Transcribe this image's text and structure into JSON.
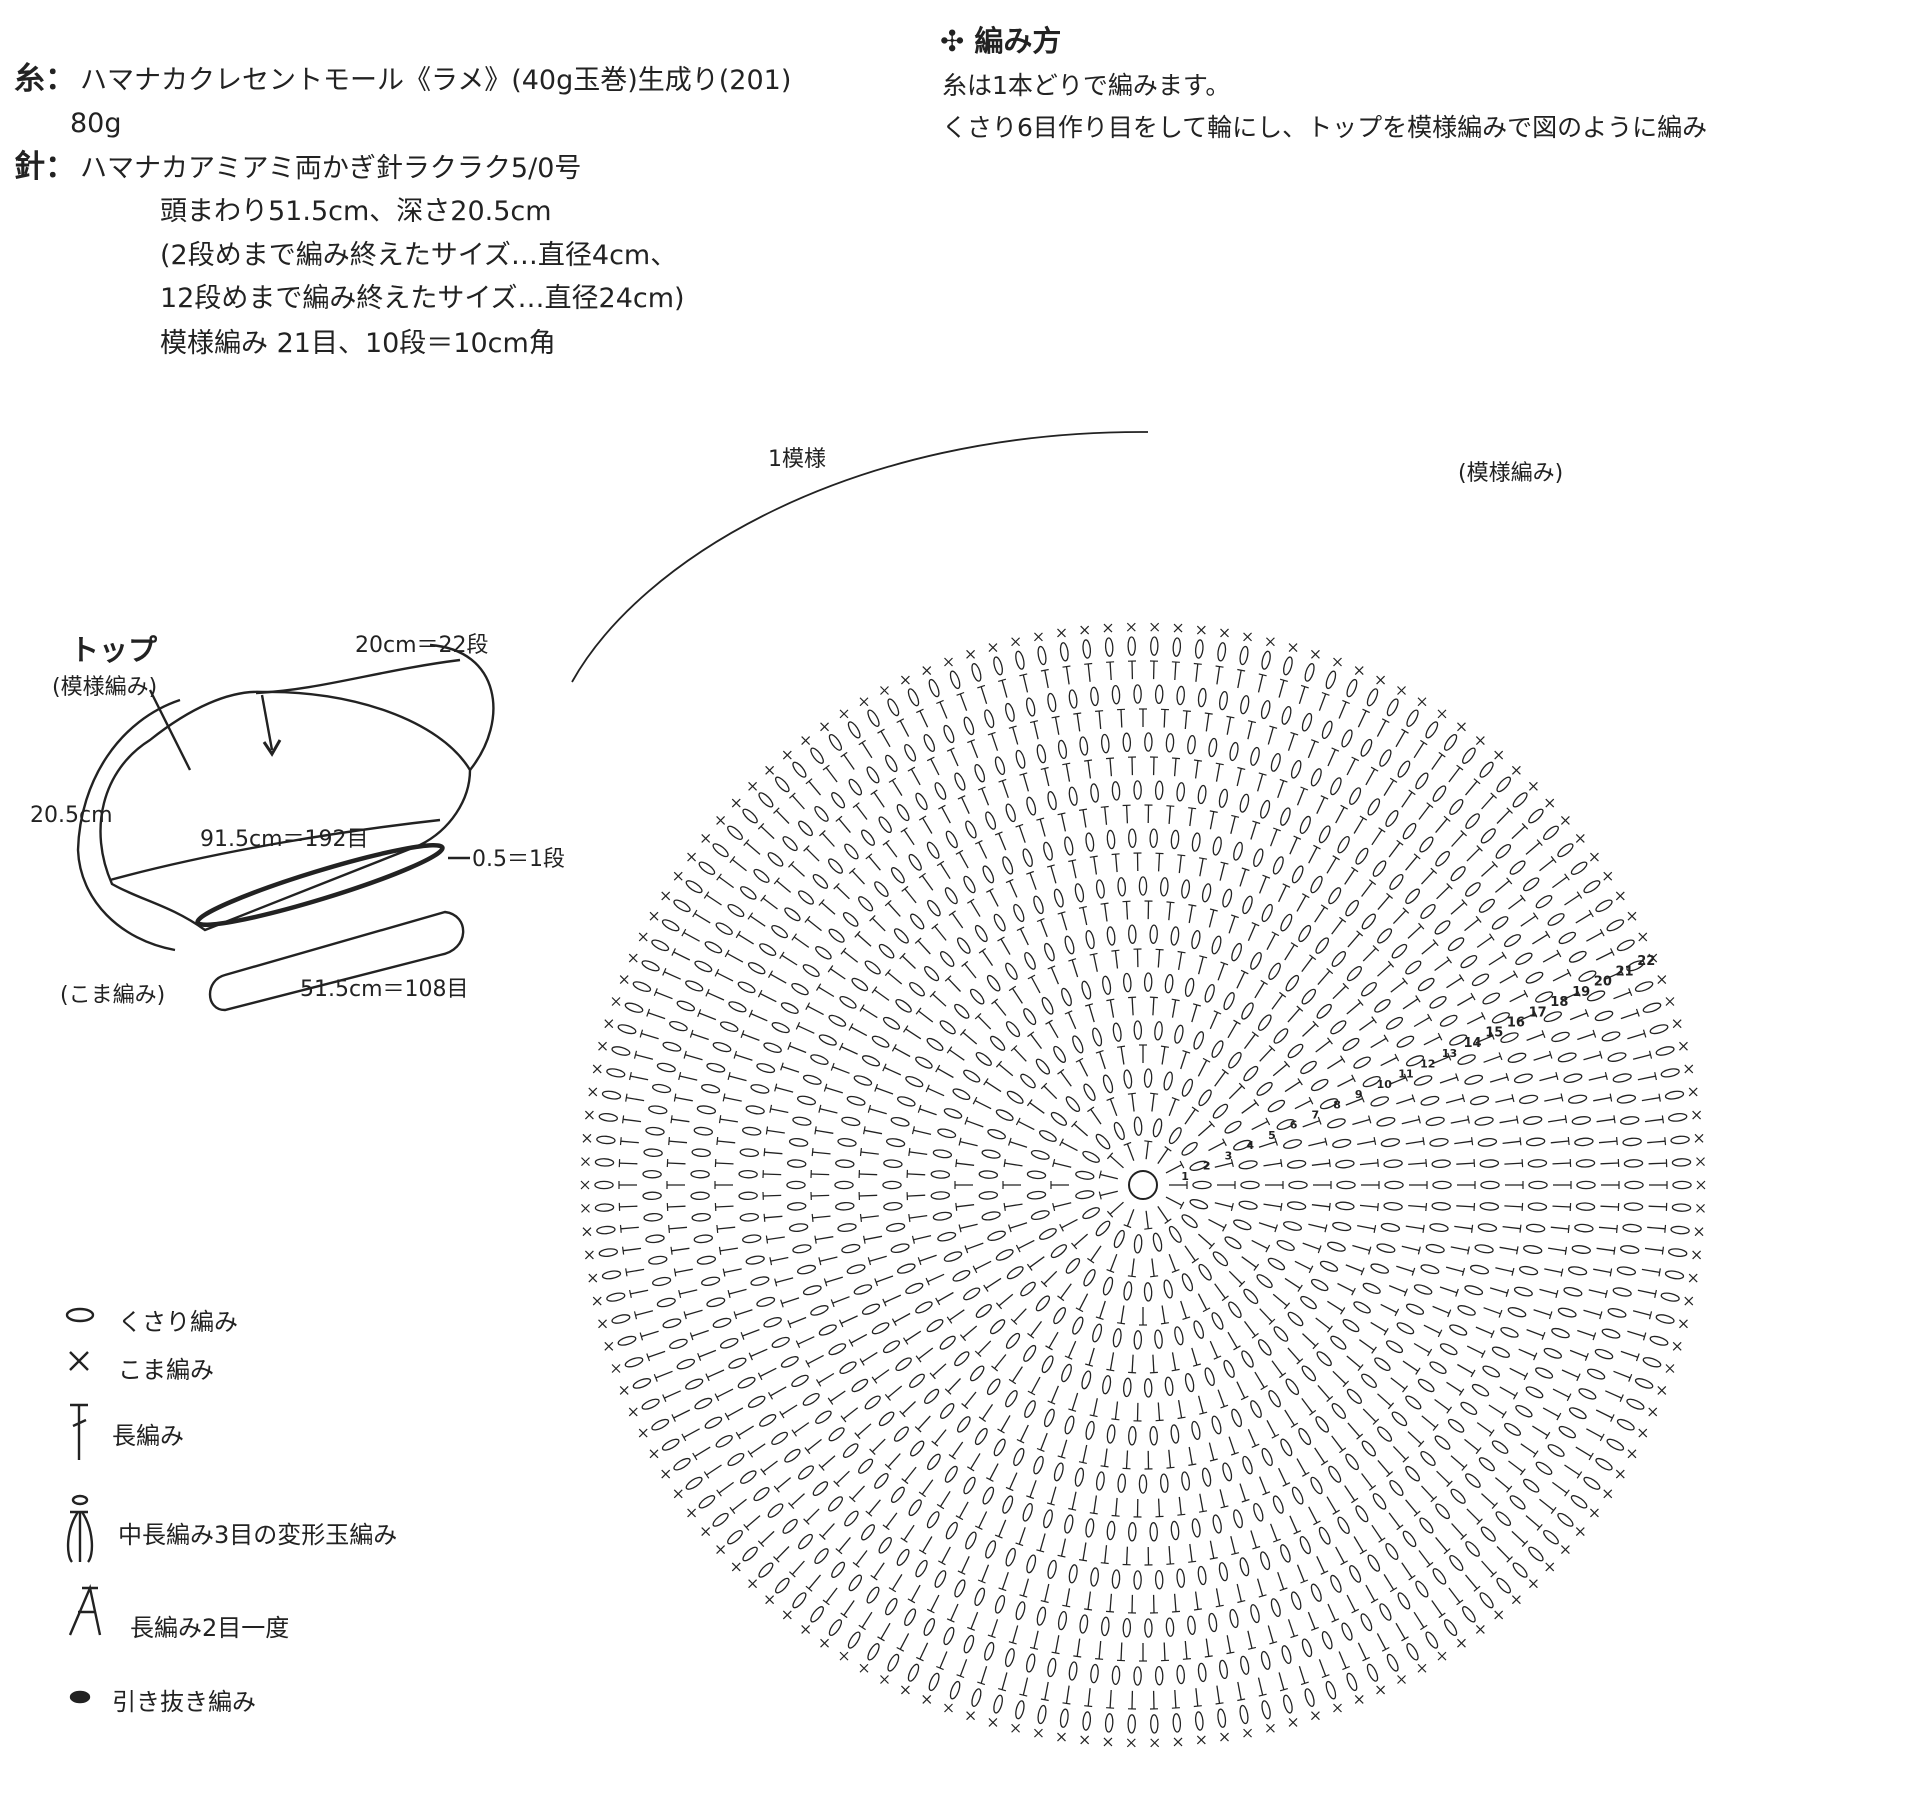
{
  "materials": {
    "yarn_label": "糸：",
    "yarn_text": "ハマナカクレセントモール《ラメ》(40g玉巻)生成り(201)",
    "yarn_amount": "80g",
    "needle_label": "針：",
    "needle_text": "ハマナカアミアミ両かぎ針ラクラク5/0号",
    "size_1": "頭まわり51.5cm、深さ20.5cm",
    "size_2": "(2段めまで編み終えたサイズ…直径4cm、",
    "size_3": "12段めまで編み終えたサイズ…直径24cm)",
    "gauge": "模様編み 21目、10段＝10cm角"
  },
  "instructions": {
    "title": "✣ 編み方",
    "line_1": "糸は1本どりで編みます。",
    "line_2": "くさり6目作り目をして輪にし、トップを模様編みで図のように編み"
  },
  "schematic": {
    "top_title": "トップ",
    "top_sub": "(模様編み)",
    "width_top": "20cm＝22段",
    "height": "20.5cm",
    "circumference": "91.5cm＝192目",
    "band_rows": "0.5＝1段",
    "band_stitch": "(こま編み)",
    "band_length": "51.5cm＝108目"
  },
  "chart": {
    "repeat_label": "1模様",
    "pattern_label": "(模様編み)",
    "row_numbers": [
      "1",
      "2",
      "3",
      "4",
      "5",
      "6",
      "7",
      "8",
      "9",
      "10",
      "11",
      "12",
      "13",
      "14",
      "15",
      "16",
      "17",
      "18",
      "19",
      "20",
      "21",
      "22"
    ]
  },
  "legend": {
    "chain": "くさり編み",
    "single": "こま編み",
    "double": "長編み",
    "puff": "中長編み3目の変形玉編み",
    "dec": "長編み2目一度",
    "slip": "引き抜き編み"
  },
  "colors": {
    "ink": "#222222"
  }
}
